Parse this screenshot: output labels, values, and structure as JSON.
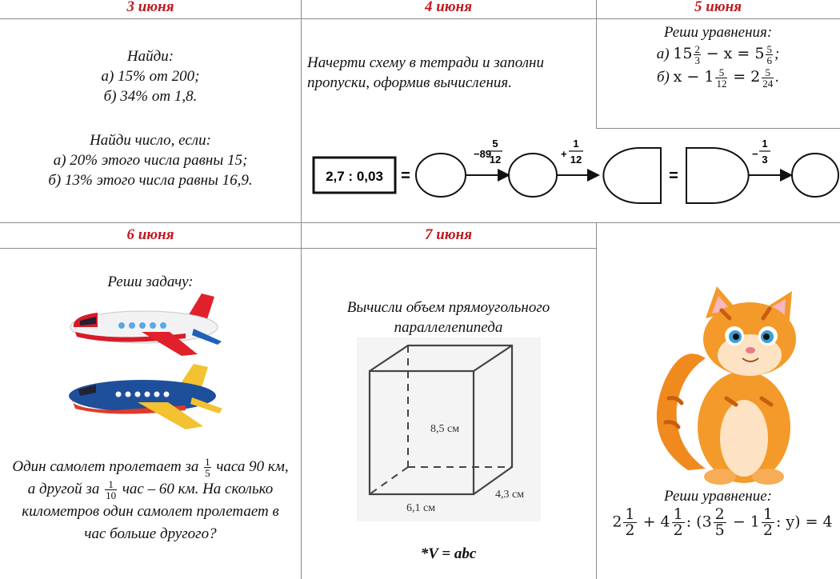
{
  "dates": {
    "d3": "3 июня",
    "d4": "4 июня",
    "d5": "5 июня",
    "d6": "6 июня",
    "d7": "7 июня"
  },
  "june3": {
    "task1_title": "Найди:",
    "task1_a": "а) 15% от 200;",
    "task1_b": "б) 34% от 1,8.",
    "task2_title": "Найди число, если:",
    "task2_a": "а) 20% этого числа равны 15;",
    "task2_b": "б) 13% этого числа равны 16,9."
  },
  "june4": {
    "instruction_line1": "Начерти схему в тетради и заполни",
    "instruction_line2": "пропуски, оформив вычисления.",
    "start_box": "2,7 : 0,03",
    "eq1": "=",
    "eq2": "=",
    "op1_sign": "−89",
    "op1_num": "5",
    "op1_den": "12",
    "op2_sign": "+",
    "op2_num": "1",
    "op2_den": "12",
    "op3_sign": "−",
    "op3_num": "1",
    "op3_den": "3"
  },
  "june5": {
    "title": "Реши уравнения:",
    "a_label": "а)",
    "a_whole1": "15",
    "a_num1": "2",
    "a_den1": "3",
    "a_mid": "− x = 5",
    "a_num2": "5",
    "a_den2": "6",
    "a_end": ";",
    "b_label": "б)",
    "b_start": "x − 1",
    "b_num1": "5",
    "b_den1": "12",
    "b_mid": "= 2",
    "b_num2": "5",
    "b_den2": "24",
    "b_end": "."
  },
  "june6": {
    "title": "Реши задачу:",
    "line1_start": "Один самолет пролетает за",
    "line1_num": "1",
    "line1_den": "5",
    "line1_end": "часа 90 км,",
    "line2_start": "а другой за",
    "line2_num": "1",
    "line2_den": "10",
    "line2_end": "час – 60 км. На сколько",
    "line3": "километров один самолет пролетает в",
    "line4": "час больше другого?"
  },
  "june7": {
    "title_line1": "Вычисли объем прямоугольного",
    "title_line2": "параллелепипеда",
    "height_label": "8,5 см",
    "depth_label": "4,3 см",
    "width_label": "6,1 см",
    "formula": "*V = abc"
  },
  "cat_cell": {
    "title": "Реши уравнение:",
    "w1": "2",
    "n1": "1",
    "d1": "2",
    "plus": "+ 4",
    "n2": "1",
    "d2": "2",
    "colon_open": ": (3",
    "n3": "2",
    "d3": "5",
    "minus": "− 1",
    "n4": "1",
    "d4": "2",
    "tail": ": y) = 4"
  },
  "colors": {
    "date_red": "#c0181f",
    "grid": "#8a8a8a"
  }
}
